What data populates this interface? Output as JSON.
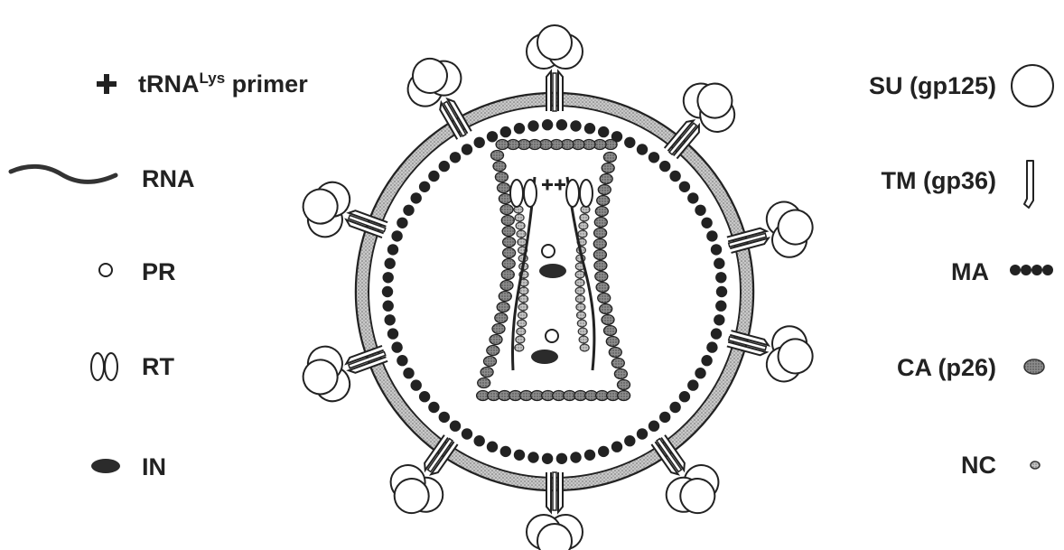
{
  "legend_left": {
    "trna": {
      "prefix": "tRNA",
      "superscript": "Lys",
      "suffix": " primer",
      "icon": "plus-icon"
    },
    "rna": {
      "label": "RNA",
      "icon": "wavy-line-icon"
    },
    "pr": {
      "label": "PR",
      "icon": "small-circle-icon"
    },
    "rt": {
      "label": "RT",
      "icon": "double-oval-icon"
    },
    "in": {
      "label": "IN",
      "icon": "filled-ellipse-icon"
    }
  },
  "legend_right": {
    "su": {
      "label": "SU (gp125)",
      "icon": "large-circle-icon"
    },
    "tm": {
      "label": "TM (gp36)",
      "icon": "transmembrane-segment-icon"
    },
    "ma": {
      "label": "MA",
      "icon": "dotted-chain-icon"
    },
    "ca": {
      "label": "CA (p26)",
      "icon": "shaded-oval-icon"
    },
    "nc": {
      "label": "NC",
      "icon": "small-shaded-oval-icon"
    }
  },
  "colors": {
    "ink": "#222222",
    "envelope_fill": "#b9b9b9",
    "dark_fill": "#2b2b2b",
    "ca_fill": "#7d7d7d",
    "nc_fill": "#a8a8a8"
  }
}
